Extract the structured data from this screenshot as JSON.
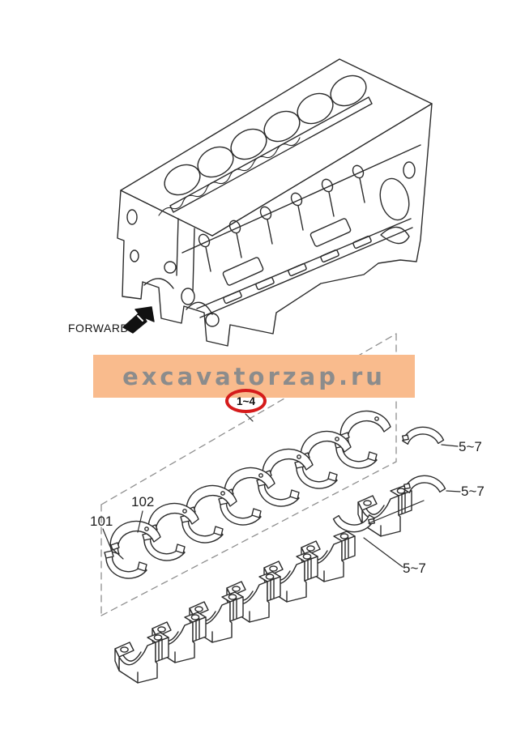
{
  "diagram": {
    "forward": {
      "label": "FORWARD"
    },
    "group_callout": {
      "label": "1~4",
      "ring_color": "#D51B1B"
    },
    "parts": {
      "lower_main_bearing": {
        "label": "101"
      },
      "upper_main_bearing": {
        "label": "102"
      },
      "thrust_washer_top": {
        "label": "5~7"
      },
      "thrust_washer_middle": {
        "label": "5~7"
      },
      "thrust_washer_bottom": {
        "label": "5~7"
      }
    }
  },
  "watermark": {
    "text": "excavatorzap.ru",
    "band_color": "#F9BB8D",
    "text_color": "#8C8C8C"
  },
  "colors": {
    "line": "#2B2B2B",
    "dashed_outline": "#8F8F8F",
    "background": "#FFFFFF"
  }
}
